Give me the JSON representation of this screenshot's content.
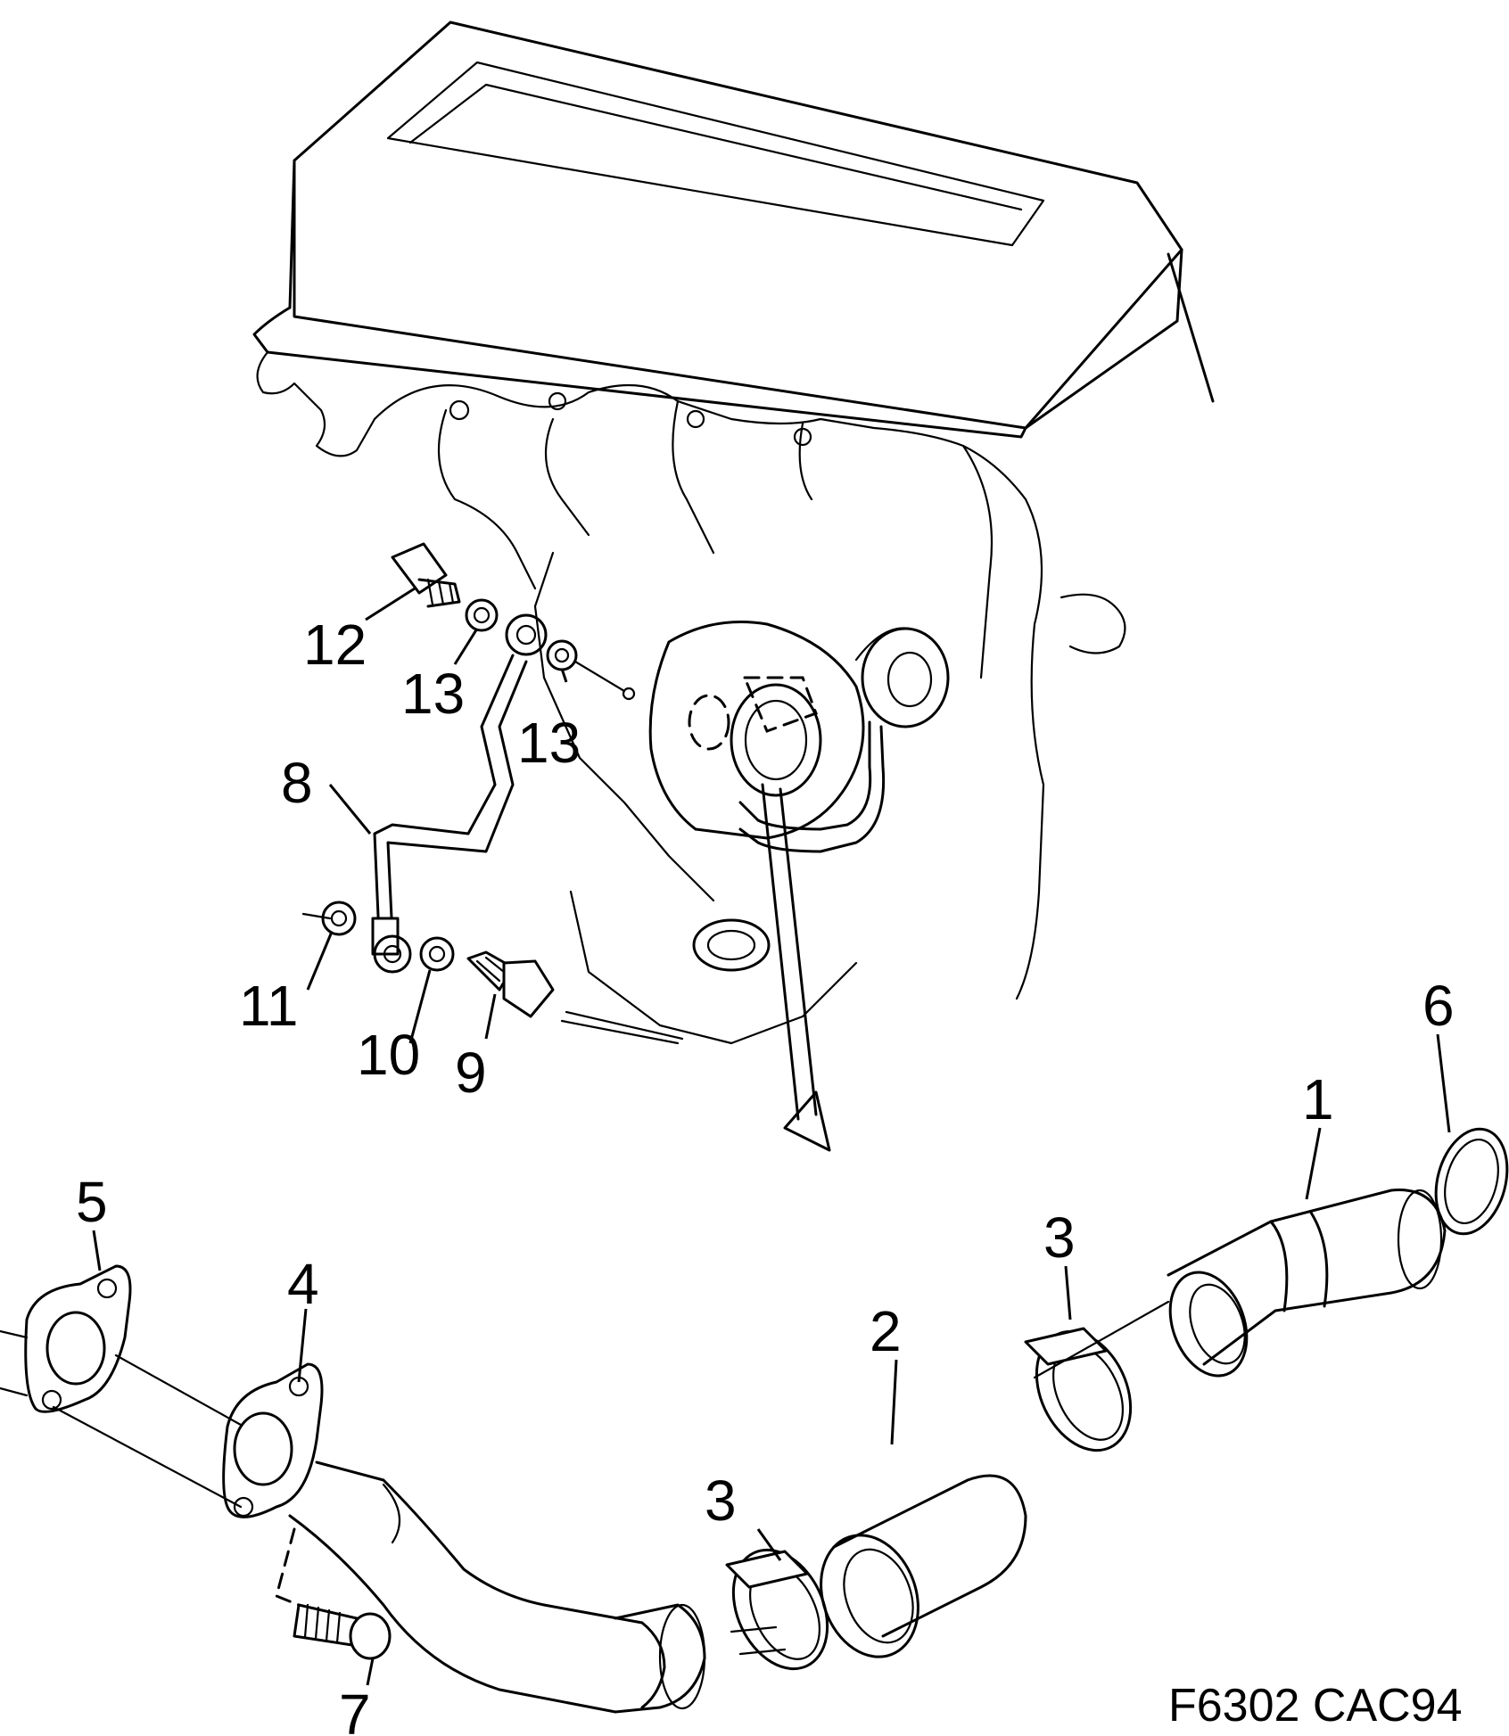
{
  "callouts": {
    "c1": "1",
    "c2": "2",
    "c3a": "3",
    "c3b": "3",
    "c4": "4",
    "c5": "5",
    "c6": "6",
    "c7": "7",
    "c8": "8",
    "c9": "9",
    "c10": "10",
    "c11": "11",
    "c12": "12",
    "c13a": "13",
    "c13b": "13"
  },
  "reference_code": "F6302 CAC94"
}
